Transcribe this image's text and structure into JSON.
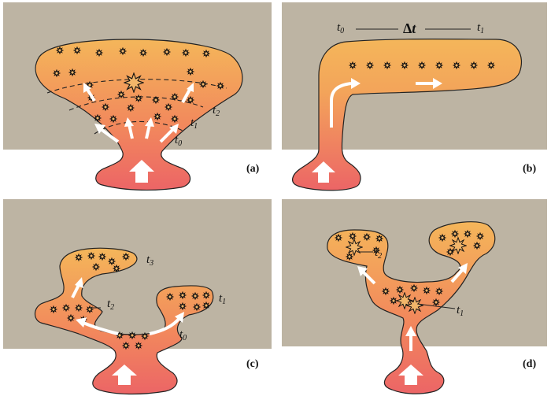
{
  "colors": {
    "panel_background": "#bdb4a3",
    "magma_top": "#f4b65a",
    "magma_bottom": "#ec6b66",
    "outline": "#222222",
    "arrow": "#ffffff"
  },
  "icons": {
    "crystal": "starburst-icon",
    "flow": "white-arrow-icon"
  },
  "panels": {
    "a": {
      "label": "(a)",
      "times": {
        "t0": "t",
        "t0_sub": "0",
        "t1": "t",
        "t1_sub": "1",
        "t2": "t",
        "t2_sub": "2"
      }
    },
    "b": {
      "label": "(b)",
      "t0": "t",
      "t0_sub": "0",
      "delta": "Δ",
      "delta_var": "t",
      "t1": "t",
      "t1_sub": "1"
    },
    "c": {
      "label": "(c)",
      "t0": "t",
      "t0_sub": "0",
      "t1": "t",
      "t1_sub": "1",
      "t2": "t",
      "t2_sub": "2",
      "t3": "t",
      "t3_sub": "3"
    },
    "d": {
      "label": "(d)",
      "t1": "t",
      "t1_sub": "1",
      "t2": "t",
      "t2_sub": "2"
    }
  }
}
